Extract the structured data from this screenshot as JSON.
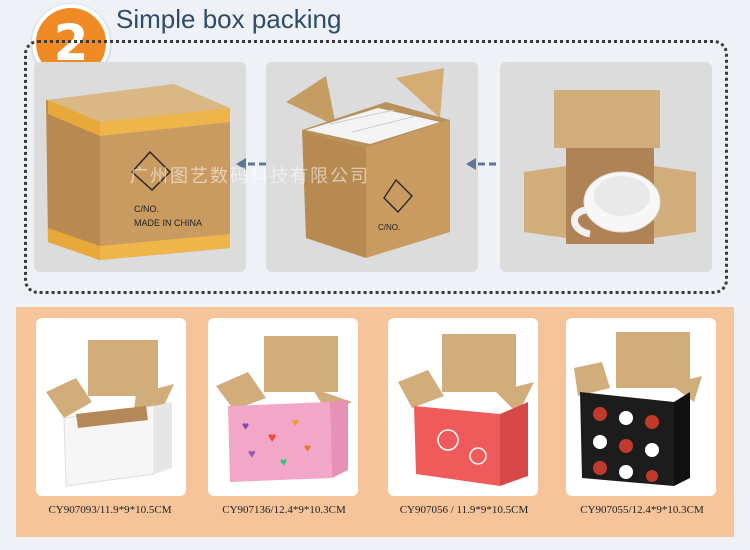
{
  "header": {
    "step_number": "2",
    "title": "Simple box packing"
  },
  "shipping_carton": {
    "marking_line1": "C/NO.",
    "marking_line2": "MADE IN CHINA"
  },
  "watermark": "广州图艺数码科技有限公司",
  "products": [
    {
      "code": "CY907093/11.9*9*10.5CM"
    },
    {
      "code": "CY907136/12.4*9*10.3CM"
    },
    {
      "code": "CY907056 / 11.9*9*10.5CM"
    },
    {
      "code": "CY907055/12.4*9*10.3CM"
    }
  ],
  "colors": {
    "badge": "#f08a24",
    "title": "#2f4b6b",
    "band": "#f5c49a",
    "arrow": "#5f7796"
  }
}
